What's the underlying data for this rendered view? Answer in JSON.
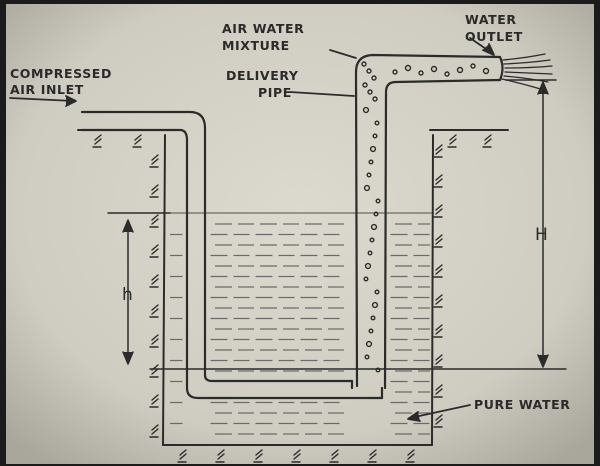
{
  "diagram": {
    "labels": {
      "compressed_air_inlet_line1": "COMPRESSED",
      "compressed_air_inlet_line2": "AIR INLET",
      "air_water_mixture_line1": "AIR WATER",
      "air_water_mixture_line2": "MIXTURE",
      "delivery_pipe_line1": "DELIVERY",
      "delivery_pipe_line2": "PIPE",
      "water_outlet_line1": "WATER",
      "water_outlet_line2": "OUTLET",
      "pure_water": "PURE WATER",
      "dimension_h": "h",
      "dimension_H": "H"
    },
    "colors": {
      "paper": "#d6d3c8",
      "ink": "#2b2b2b"
    }
  }
}
